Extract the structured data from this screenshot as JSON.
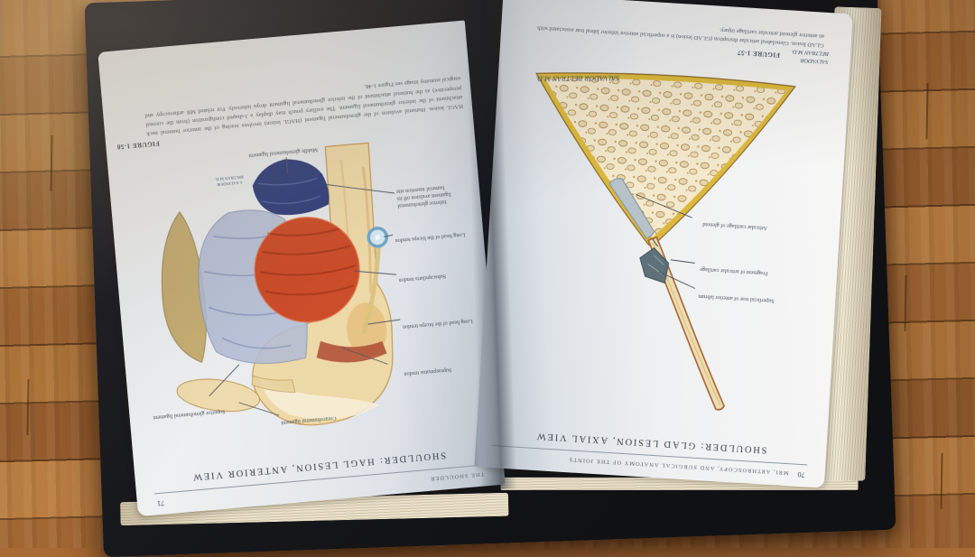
{
  "book": {
    "left_page": {
      "running_head": "THE SHOULDER",
      "page_number": "71",
      "title": "SHOULDER: HAGL LESION, ANTERIOR VIEW",
      "figure_label": "FIGURE 1-58",
      "caption": "HAGL lesion. Humeral avulsion of the glenohumeral ligament (HAGL lesion) involves tearing of the anterior humeral neck attachment of the inferior glenohumeral ligament. The axillary pouch may display a J-shaped configuration (from the coronal perspective) as the humeral attachment of the inferior glenohumeral ligament drops inferiorly. For related MR arthroscopy and surgical anatomy image see Figure 1-48.",
      "labels": {
        "supraspinatus": "Supraspinatus tendon",
        "coracohumeral": "Coracohumeral ligament",
        "superior_ghl": "Superior glenohumeral ligament",
        "biceps_upper": "Long head of the biceps tendon",
        "subscapularis": "Subscapularis tendon",
        "biceps_lower": "Long head of the biceps tendon",
        "ighl_avulsion": "Inferior glenohumeral ligament avulsion off its humeral insertion site",
        "middle_ghl": "Middle glenohumeral ligament"
      },
      "artist_stamp": "© SALVADOR BELTRAN M.D."
    },
    "right_page": {
      "running_head": "MRI, ARTHROSCOPY, AND SURGICAL ANATOMY OF THE JOINTS",
      "page_number": "70",
      "title": "SHOULDER: GLAD LESION, AXIAL VIEW",
      "figure_label": "FIGURE 1-57",
      "caption": "GLAD lesion. Glenolabral articular disruption (GLAD lesion) is a superficial anterior inferior labral tear associated with an anterior glenoid articular cartilage injury.",
      "labels": {
        "labral_tear": "Superficial tear of anterior labrum",
        "cartilage_fragment": "Fragment of articular cartilage",
        "glenoid_cartilage": "Articular cartilage of glenoid"
      },
      "artist_signature": "SALVADOR BELTRAN M.D.",
      "artist_signature_caption": "SALVADOR BELTRAN M.D."
    }
  },
  "colors": {
    "floor": "#b1723a",
    "cover": "#17181c",
    "paper": "#eceef0",
    "bone_cream": "#eed9a8",
    "cortical_yellow": "#dcb93e",
    "muscle_red": "#cc4d2a",
    "capsule_blue": "#b3bdd4",
    "ligament_navy": "#31407c",
    "cartilage_gray": "#b7c3c9"
  }
}
